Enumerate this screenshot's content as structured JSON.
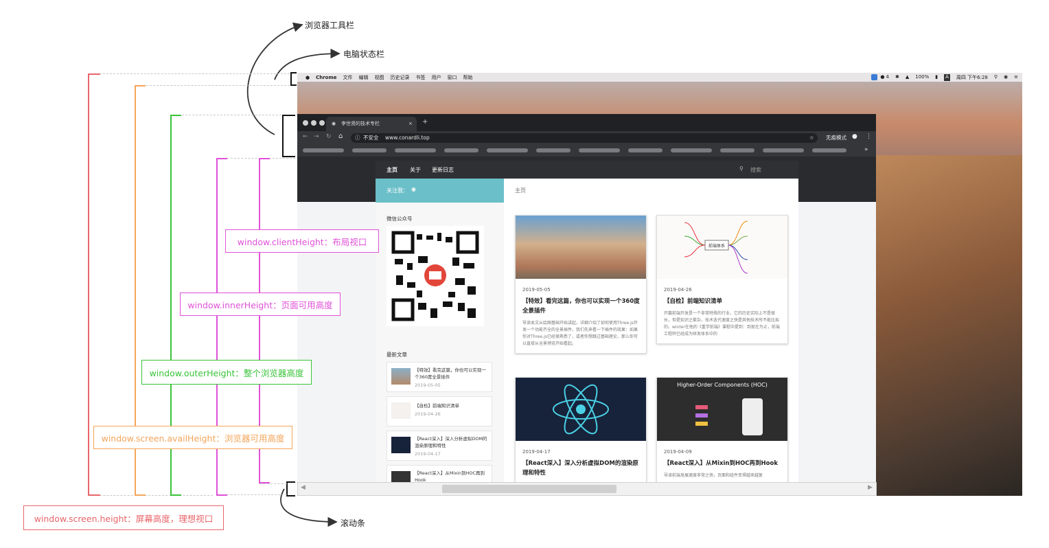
{
  "annotations": {
    "toolbar_note": "浏览器工具栏",
    "statusbar_note": "电脑状态栏",
    "scrollbar_note": "滚动条",
    "client_height": "window.clientHeight：布局视口",
    "inner_height": "window.innerHeight：页面可用高度",
    "outer_height": "window.outerHeight：整个浏览器高度",
    "avail_height": "window.screen.availHeight：浏览器可用高度",
    "screen_height": "window.screen.height：屏幕高度，理想视口"
  },
  "colors": {
    "screen_height": "#e8656a",
    "avail_height": "#f4a55a",
    "outer_height": "#3ac33a",
    "inner_height": "#e050d8",
    "client_height": "#e050d8",
    "dashed": "#c6c6c6",
    "arrow": "#333333"
  },
  "macos": {
    "menu_items": [
      "Chrome",
      "文件",
      "编辑",
      "视图",
      "历史记录",
      "书签",
      "用户",
      "窗口",
      "帮助"
    ],
    "status_right": [
      "4",
      "100%",
      "A",
      "周四 下午6:28"
    ]
  },
  "browser": {
    "tab_title": "李世贤的技术专栏",
    "tab_close": "×",
    "new_tab": "+",
    "security": "不安全",
    "url": "www.conardli.top",
    "incognito": "无痕模式",
    "more": "»"
  },
  "site": {
    "nav": [
      "主页",
      "关于",
      "更新日志"
    ],
    "search_placeholder": "搜索",
    "follow": "关注我：",
    "crumb": "主页",
    "wechat_title": "微信公众号",
    "recent_title": "最新文章",
    "recent": [
      {
        "title": "【特效】看完这篇，你也可以实现一个360度全景插件",
        "date": "2019-05-05"
      },
      {
        "title": "【自检】前端知识清单",
        "date": "2019-04-26"
      },
      {
        "title": "【React深入】深入分析虚拟DOM的渲染原理和特性",
        "date": "2019-04-17"
      },
      {
        "title": "【React深入】从Mixin到HOC再到Hook",
        "date": ""
      }
    ],
    "cards": [
      {
        "date": "2019-05-05",
        "title": "【特效】看完这篇，你也可以实现一个360度全景插件",
        "desc": "导读本文从绘图基础开始讲起，详细介绍了如何使用Three.js开发一个功能齐全的全景插件。我们先来看一下插件的效果：如果你对Three.js已经很熟悉了，或者你想跳过基础理论，那么你可以直接从全景预览开始看起。"
      },
      {
        "date": "2019-04-26",
        "title": "【自检】前端知识清单",
        "desc": "开篇前端开发是一个非常特殊的行业，它的历史实际上不是很长，但是知识之繁杂，技术迭代速度之快是其他技术所不能比拟的。winter在他的《重学前端》课程中提到：到现在为止，前端工程师已经成为研发体系中的"
      },
      {
        "date": "2019-04-17",
        "title": "【React深入】深入分析虚拟DOM的渲染原理和特性",
        "desc": ""
      },
      {
        "date": "2019-04-09",
        "title": "【React深入】从Mixin到HOC再到Hook",
        "desc": "导读前端发展速度非常之快，页面和组件变得越来越复"
      }
    ],
    "hoc_banner": "Higher-Order Components (HOC)",
    "mindmap_center": "前端体系"
  }
}
